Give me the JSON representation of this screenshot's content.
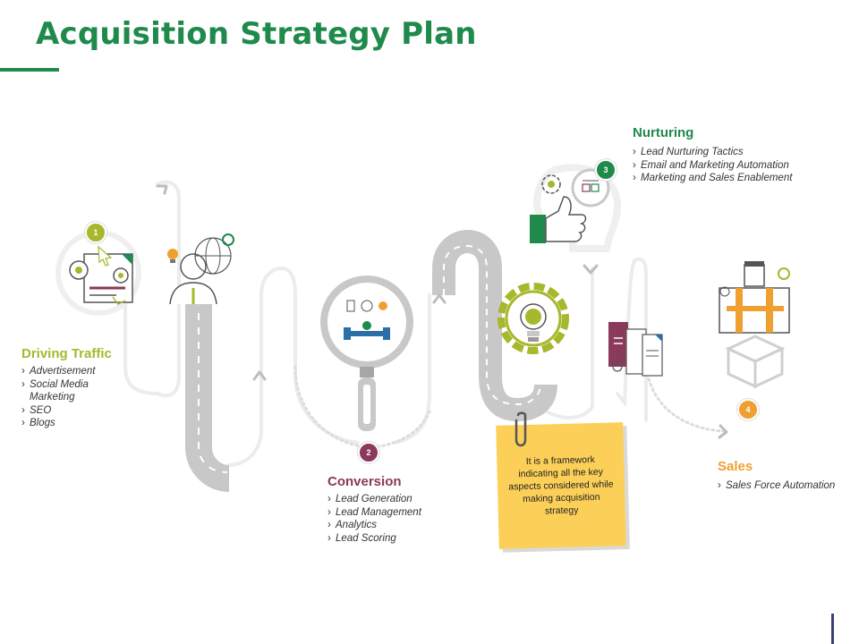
{
  "title": "Acquisition Strategy Plan",
  "colors": {
    "title_green": "#1f8a4c",
    "lime": "#a6b82c",
    "maroon": "#8a3a5c",
    "orange": "#f0a030",
    "road": "#c8c8c8",
    "note_yellow": "#fcd058"
  },
  "sections": {
    "driving_traffic": {
      "badge": "1",
      "title": "Driving Traffic",
      "items": [
        "Advertisement",
        "Social Media",
        "Marketing",
        "SEO",
        "Blogs"
      ]
    },
    "conversion": {
      "badge": "2",
      "title": "Conversion",
      "items": [
        "Lead  Generation",
        "Lead Management",
        "Analytics",
        "Lead Scoring"
      ]
    },
    "nurturing": {
      "badge": "3",
      "title": "Nurturing",
      "items": [
        "Lead Nurturing Tactics",
        "Email and Marketing Automation",
        "Marketing and Sales Enablement"
      ]
    },
    "sales": {
      "badge": "4",
      "title": "Sales",
      "items": [
        "Sales Force Automation"
      ]
    }
  },
  "note": {
    "text": "It is a framework indicating all the key aspects considered while making acquisition strategy"
  },
  "icons": {
    "driving_traffic": "document-gears-icon",
    "driving_traffic_person": "thinking-person-icon",
    "conversion": "magnifier-meeting-icon",
    "idea": "gear-lightbulb-icon",
    "nurturing": "thumbs-up-head-icon",
    "documents": "binary-documents-icon",
    "sales": "handshake-box-icon",
    "paperclip": "paperclip-icon"
  }
}
